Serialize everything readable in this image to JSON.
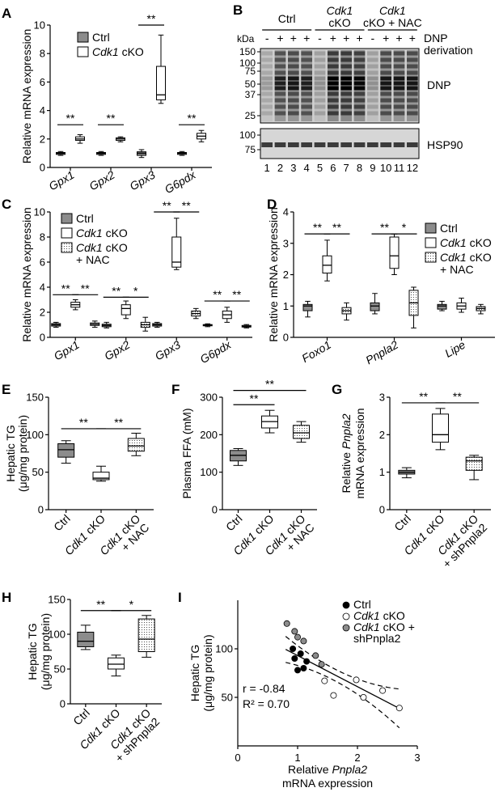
{
  "colors": {
    "ctrl": "#8c8c8c",
    "cko": "#ffffff",
    "nac": "#e6e6e6",
    "line": "#000000",
    "gel_bg": "#cfcfcf"
  },
  "chart_data": [
    {
      "id": "A",
      "letter": "A",
      "type": "box",
      "ylabel": "Relative mRNA expression",
      "ylim": [
        0,
        10
      ],
      "yticks": [
        0,
        2,
        4,
        6,
        8,
        10
      ],
      "categories": [
        "Gpx1",
        "Gpx2",
        "Gpx3",
        "G6pdx"
      ],
      "legend": [
        {
          "key": "ctrl",
          "label": "Ctrl",
          "italic": ""
        },
        {
          "key": "cko",
          "label": " cKO",
          "italic": "Cdk1"
        }
      ],
      "series": [
        {
          "key": "ctrl",
          "boxes": [
            [
              0.85,
              0.92,
              1.0,
              1.05,
              1.12
            ],
            [
              0.85,
              0.92,
              1.0,
              1.05,
              1.12
            ],
            [
              0.7,
              0.85,
              1.0,
              1.1,
              1.25
            ],
            [
              0.85,
              0.92,
              1.0,
              1.05,
              1.12
            ]
          ]
        },
        {
          "key": "cko",
          "boxes": [
            [
              1.7,
              1.9,
              2.0,
              2.15,
              2.3
            ],
            [
              1.8,
              1.9,
              2.0,
              2.08,
              2.15
            ],
            [
              4.5,
              4.75,
              5.1,
              7.1,
              9.3
            ],
            [
              1.8,
              2.0,
              2.2,
              2.4,
              2.6
            ]
          ]
        }
      ],
      "sig": [
        {
          "text": "**",
          "from": [
            0,
            0
          ],
          "to": [
            0,
            1
          ],
          "y": 3.0
        },
        {
          "text": "**",
          "from": [
            1,
            0
          ],
          "to": [
            1,
            1
          ],
          "y": 3.0
        },
        {
          "text": "**",
          "from": [
            2,
            0
          ],
          "to": [
            2,
            1
          ],
          "y": 10.0
        },
        {
          "text": "**",
          "from": [
            3,
            0
          ],
          "to": [
            3,
            1
          ],
          "y": 3.0
        }
      ]
    },
    {
      "id": "C",
      "letter": "C",
      "type": "box",
      "ylabel": "Relative mRNA expression",
      "ylim": [
        0,
        10
      ],
      "yticks": [
        0,
        2,
        4,
        6,
        8,
        10
      ],
      "categories": [
        "Gpx1",
        "Gpx2",
        "Gpx3",
        "G6pdx"
      ],
      "legend": [
        {
          "key": "ctrl",
          "label": "Ctrl",
          "italic": ""
        },
        {
          "key": "cko",
          "label": " cKO",
          "italic": "Cdk1"
        },
        {
          "key": "nac",
          "label": " cKO",
          "italic": "Cdk1",
          "line2": "+ NAC"
        }
      ],
      "series": [
        {
          "key": "ctrl",
          "boxes": [
            [
              0.8,
              0.9,
              1.0,
              1.1,
              1.2
            ],
            [
              0.75,
              0.85,
              0.95,
              1.05,
              1.2
            ],
            [
              0.8,
              0.9,
              1.0,
              1.1,
              1.2
            ],
            [
              0.85,
              0.92,
              0.97,
              1.02,
              1.08
            ]
          ]
        },
        {
          "key": "cko",
          "boxes": [
            [
              2.2,
              2.4,
              2.6,
              2.8,
              3.0
            ],
            [
              1.5,
              1.8,
              2.3,
              2.6,
              2.9
            ],
            [
              5.4,
              5.6,
              6.0,
              8.0,
              9.5
            ],
            [
              1.2,
              1.5,
              1.8,
              2.1,
              2.4
            ]
          ]
        },
        {
          "key": "nac",
          "boxes": [
            [
              0.8,
              0.95,
              1.05,
              1.15,
              1.3
            ],
            [
              0.5,
              0.8,
              1.0,
              1.2,
              1.6
            ],
            [
              1.5,
              1.7,
              1.9,
              2.1,
              2.3
            ],
            [
              0.75,
              0.82,
              0.88,
              0.95,
              1.02
            ]
          ]
        }
      ],
      "sig": [
        {
          "text": "**",
          "from": [
            0,
            0
          ],
          "to": [
            0,
            1
          ],
          "y": 3.4
        },
        {
          "text": "**",
          "from": [
            0,
            1
          ],
          "to": [
            0,
            2
          ],
          "y": 3.4
        },
        {
          "text": "**",
          "from": [
            1,
            0
          ],
          "to": [
            1,
            1
          ],
          "y": 3.2
        },
        {
          "text": "*",
          "from": [
            1,
            1
          ],
          "to": [
            1,
            2
          ],
          "y": 3.2
        },
        {
          "text": "**",
          "from": [
            2,
            0
          ],
          "to": [
            2,
            1
          ],
          "y": 10.0
        },
        {
          "text": "**",
          "from": [
            2,
            1
          ],
          "to": [
            2,
            2
          ],
          "y": 10.0
        },
        {
          "text": "**",
          "from": [
            3,
            0
          ],
          "to": [
            3,
            1
          ],
          "y": 2.9
        },
        {
          "text": "**",
          "from": [
            3,
            1
          ],
          "to": [
            3,
            2
          ],
          "y": 2.9
        }
      ]
    },
    {
      "id": "D",
      "letter": "D",
      "type": "box",
      "ylabel": "Relative mRNA expression",
      "ylim": [
        0,
        4
      ],
      "yticks": [
        0,
        1,
        2,
        3,
        4
      ],
      "categories": [
        "Foxo1",
        "Pnpla2",
        "Lipe"
      ],
      "legend": [
        {
          "key": "ctrl",
          "label": "Ctrl",
          "italic": ""
        },
        {
          "key": "cko",
          "label": " cKO",
          "italic": "Cdk1"
        },
        {
          "key": "nac",
          "label": " cKO",
          "italic": "Cdk1",
          "line2": "+ NAC"
        }
      ],
      "series": [
        {
          "key": "ctrl",
          "boxes": [
            [
              0.65,
              0.85,
              1.0,
              1.05,
              1.15
            ],
            [
              0.75,
              0.85,
              1.0,
              1.1,
              1.4
            ],
            [
              0.85,
              0.9,
              1.0,
              1.05,
              1.15
            ]
          ]
        },
        {
          "key": "cko",
          "boxes": [
            [
              1.8,
              2.05,
              2.3,
              2.6,
              3.1
            ],
            [
              2.0,
              2.2,
              2.6,
              3.2,
              3.3
            ],
            [
              0.8,
              0.9,
              1.0,
              1.1,
              1.25
            ]
          ]
        },
        {
          "key": "nac",
          "boxes": [
            [
              0.55,
              0.75,
              0.85,
              0.95,
              1.1
            ],
            [
              0.3,
              0.7,
              1.1,
              1.5,
              1.6
            ],
            [
              0.75,
              0.85,
              0.92,
              0.98,
              1.05
            ]
          ]
        }
      ],
      "sig": [
        {
          "text": "**",
          "from": [
            0,
            0
          ],
          "to": [
            0,
            1
          ],
          "y": 3.3
        },
        {
          "text": "**",
          "from": [
            0,
            1
          ],
          "to": [
            0,
            2
          ],
          "y": 3.3
        },
        {
          "text": "**",
          "from": [
            1,
            0
          ],
          "to": [
            1,
            1
          ],
          "y": 3.3
        },
        {
          "text": "*",
          "from": [
            1,
            1
          ],
          "to": [
            1,
            2
          ],
          "y": 3.3
        }
      ]
    },
    {
      "id": "E",
      "letter": "E",
      "type": "box",
      "ylabel": "Hepatic TG",
      "ylabel2": "(μg/mg protein)",
      "ylim": [
        0,
        150
      ],
      "yticks": [
        0,
        50,
        100,
        150
      ],
      "groups": [
        {
          "key": "ctrl",
          "label": "Ctrl",
          "italic": "",
          "box": [
            62,
            70,
            80,
            88,
            92
          ]
        },
        {
          "key": "cko",
          "label": " cKO",
          "italic": "Cdk1",
          "box": [
            38,
            40,
            42,
            50,
            58
          ]
        },
        {
          "key": "nac",
          "label": " cKO",
          "italic": "Cdk1",
          "line2": "+ NAC",
          "box": [
            72,
            78,
            85,
            95,
            102
          ]
        }
      ],
      "sig": [
        {
          "text": "**",
          "a": 0,
          "b": 1,
          "y": 108
        },
        {
          "text": "**",
          "a": 1,
          "b": 2,
          "y": 108
        }
      ]
    },
    {
      "id": "F",
      "letter": "F",
      "type": "box",
      "ylabel": "Plasma FFA (mM)",
      "ylim": [
        0,
        300
      ],
      "yticks": [
        0,
        100,
        200,
        300
      ],
      "groups": [
        {
          "key": "ctrl",
          "label": "Ctrl",
          "italic": "",
          "box": [
            118,
            130,
            145,
            158,
            163
          ]
        },
        {
          "key": "cko",
          "label": " cKO",
          "italic": "Cdk1",
          "box": [
            205,
            218,
            235,
            250,
            265
          ]
        },
        {
          "key": "nac",
          "label": " cKO",
          "italic": "Cdk1",
          "line2": "+ NAC",
          "box": [
            180,
            190,
            205,
            225,
            235
          ]
        }
      ],
      "sig": [
        {
          "text": "**",
          "a": 0,
          "b": 1,
          "y": 280
        },
        {
          "text": "**",
          "a": 0,
          "b": 2,
          "y": 318
        }
      ]
    },
    {
      "id": "G",
      "letter": "G",
      "type": "box",
      "ylabel": "Relative  mRNA expression",
      "ylabel_italic": "Pnpla2",
      "ylim": [
        0,
        3
      ],
      "yticks": [
        0,
        1,
        2,
        3
      ],
      "groups": [
        {
          "key": "ctrl",
          "label": "Ctrl",
          "italic": "",
          "box": [
            0.85,
            0.95,
            1.0,
            1.05,
            1.12
          ]
        },
        {
          "key": "cko",
          "label": " cKO",
          "italic": "Cdk1",
          "box": [
            1.6,
            1.8,
            2.0,
            2.55,
            2.7
          ]
        },
        {
          "key": "nac",
          "label": " cKO",
          "italic": "Cdk1",
          "line2": "+ shPnpla2",
          "box": [
            0.8,
            1.05,
            1.3,
            1.4,
            1.45
          ]
        }
      ],
      "sig": [
        {
          "text": "**",
          "a": 0,
          "b": 1,
          "y": 2.85
        },
        {
          "text": "**",
          "a": 1,
          "b": 2,
          "y": 2.85
        }
      ]
    },
    {
      "id": "H",
      "letter": "H",
      "type": "box",
      "ylabel": "Hepatic TG",
      "ylabel2": "(μg/mg protein)",
      "ylim": [
        0,
        150
      ],
      "yticks": [
        0,
        50,
        100,
        150
      ],
      "groups": [
        {
          "key": "ctrl",
          "label": "Ctrl",
          "italic": "",
          "box": [
            78,
            82,
            90,
            103,
            113
          ]
        },
        {
          "key": "cko",
          "label": " cKO",
          "italic": "Cdk1",
          "box": [
            40,
            50,
            57,
            66,
            70
          ]
        },
        {
          "key": "nac",
          "label": " cKO",
          "italic": "Cdk1",
          "line2": "+ shPnpla2",
          "box": [
            67,
            75,
            93,
            122,
            127
          ]
        }
      ],
      "sig": [
        {
          "text": "**",
          "a": 0,
          "b": 1,
          "y": 134
        },
        {
          "text": "*",
          "a": 1,
          "b": 2,
          "y": 134
        }
      ]
    },
    {
      "id": "I",
      "letter": "I",
      "type": "scatter",
      "ylabel": "Hepatic TG",
      "ylabel2": "(μg/mg protein)",
      "xlabel_italic": "Pnpla2",
      "xlabel": "Relative ",
      "xlabel2": "mRNA expression",
      "xlim": [
        0,
        3
      ],
      "ylim": [
        0,
        150
      ],
      "xticks": [
        0,
        1,
        2,
        3
      ],
      "yticks": [
        50,
        100
      ],
      "annotation": [
        "r = -0.84",
        "R² = 0.70"
      ],
      "legend": [
        {
          "key": "ctrl",
          "label": "Ctrl",
          "italic": ""
        },
        {
          "key": "cko",
          "label": " cKO",
          "italic": "Cdk1"
        },
        {
          "key": "nac",
          "label": " cKO +",
          "italic": "Cdk1",
          "line2": "shPnpla2"
        }
      ],
      "series": [
        {
          "key": "ctrl",
          "points": [
            [
              0.95,
              90
            ],
            [
              1.0,
              78
            ],
            [
              1.05,
              95
            ],
            [
              1.1,
              80
            ],
            [
              1.15,
              87
            ],
            [
              0.92,
              100
            ]
          ]
        },
        {
          "key": "cko",
          "points": [
            [
              1.45,
              67
            ],
            [
              1.6,
              52
            ],
            [
              1.98,
              68
            ],
            [
              2.1,
              50
            ],
            [
              2.42,
              57
            ],
            [
              2.7,
              39
            ]
          ]
        },
        {
          "key": "nac",
          "points": [
            [
              0.82,
              126
            ],
            [
              0.95,
              118
            ],
            [
              1.0,
              112
            ],
            [
              1.1,
              108
            ],
            [
              1.3,
              93
            ],
            [
              1.4,
              84
            ]
          ]
        }
      ],
      "fit": {
        "slope": -32,
        "intercept": 125,
        "x0": 0.8,
        "x1": 2.7
      }
    }
  ],
  "blot": {
    "letter": "B",
    "kda_label": "kDa",
    "groups": [
      {
        "label": "Ctrl"
      },
      {
        "label": " cKO",
        "italic": "Cdk1"
      },
      {
        "label": " cKO + NAC",
        "italic": "Cdk1"
      }
    ],
    "dnp_signs": [
      "-",
      "+",
      "+",
      "+",
      "-",
      "+",
      "+",
      "+",
      "-",
      "+",
      "+",
      "+"
    ],
    "dnp_row_label": "DNP",
    "derivation_label": "derivation",
    "top_band_label": "DNP",
    "bottom_band_label": "HSP90",
    "top_markers": [
      "150",
      "100",
      "75",
      "50",
      "37",
      "25"
    ],
    "bottom_markers": [
      "100",
      "75"
    ],
    "lanes": [
      "1",
      "2",
      "3",
      "4",
      "5",
      "6",
      "7",
      "8",
      "9",
      "10",
      "11",
      "12"
    ],
    "lane_intensity": [
      0.15,
      0.75,
      0.8,
      0.75,
      0.2,
      0.95,
      0.95,
      0.9,
      0.2,
      0.8,
      0.8,
      0.8
    ]
  }
}
